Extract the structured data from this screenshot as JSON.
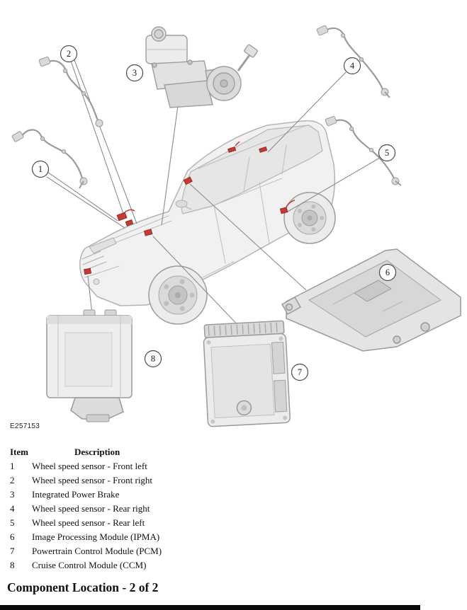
{
  "page": {
    "title": "Component Location - 2 of 2",
    "figure_code": "E257153"
  },
  "figure": {
    "callouts": [
      "1",
      "2",
      "3",
      "4",
      "5",
      "6",
      "7",
      "8"
    ],
    "highlight_color": "#c43a34",
    "line_color": "#8c8c8c"
  },
  "legend": {
    "item_header": "Item",
    "description_header": "Description",
    "rows": [
      {
        "item": "1",
        "description": "Wheel speed sensor - Front left"
      },
      {
        "item": "2",
        "description": "Wheel speed sensor - Front right"
      },
      {
        "item": "3",
        "description": "Integrated Power Brake"
      },
      {
        "item": "4",
        "description": "Wheel speed sensor - Rear right"
      },
      {
        "item": "5",
        "description": "Wheel speed sensor - Rear left"
      },
      {
        "item": "6",
        "description": "Image Processing Module (IPMA)"
      },
      {
        "item": "7",
        "description": "Powertrain Control Module (PCM)"
      },
      {
        "item": "8",
        "description": "Cruise Control Module (CCM)"
      }
    ]
  }
}
